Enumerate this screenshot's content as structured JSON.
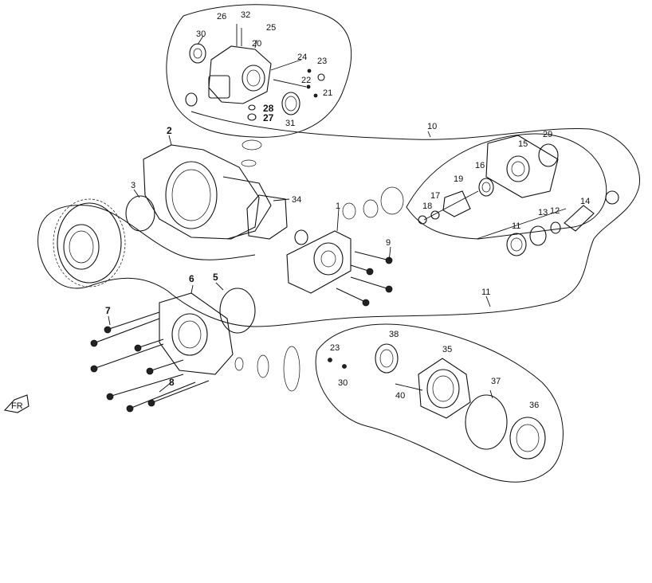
{
  "callouts": [
    {
      "id": "c26",
      "text": "26",
      "bold": false
    },
    {
      "id": "c32",
      "text": "32",
      "bold": false
    },
    {
      "id": "c25",
      "text": "25",
      "bold": false
    },
    {
      "id": "c30a",
      "text": "30",
      "bold": false
    },
    {
      "id": "c20",
      "text": "20",
      "bold": false
    },
    {
      "id": "c24",
      "text": "24",
      "bold": false
    },
    {
      "id": "c23a",
      "text": "23",
      "bold": false
    },
    {
      "id": "c22",
      "text": "22",
      "bold": false
    },
    {
      "id": "c21",
      "text": "21",
      "bold": false
    },
    {
      "id": "c28",
      "text": "28",
      "bold": true
    },
    {
      "id": "c27",
      "text": "27",
      "bold": true
    },
    {
      "id": "c31",
      "text": "31",
      "bold": false
    },
    {
      "id": "c10",
      "text": "10",
      "bold": false
    },
    {
      "id": "c2",
      "text": "2",
      "bold": true
    },
    {
      "id": "c3",
      "text": "3",
      "bold": false
    },
    {
      "id": "c34",
      "text": "34",
      "bold": false
    },
    {
      "id": "c1",
      "text": "1",
      "bold": false
    },
    {
      "id": "c9",
      "text": "9",
      "bold": false
    },
    {
      "id": "c15",
      "text": "15",
      "bold": false
    },
    {
      "id": "c29",
      "text": "29",
      "bold": false
    },
    {
      "id": "c16",
      "text": "16",
      "bold": false
    },
    {
      "id": "c19",
      "text": "19",
      "bold": false
    },
    {
      "id": "c17",
      "text": "17",
      "bold": false
    },
    {
      "id": "c18",
      "text": "18",
      "bold": false
    },
    {
      "id": "c11a",
      "text": "11",
      "bold": false
    },
    {
      "id": "c13",
      "text": "13",
      "bold": false
    },
    {
      "id": "c12",
      "text": "12",
      "bold": false
    },
    {
      "id": "c14",
      "text": "14",
      "bold": false
    },
    {
      "id": "c6",
      "text": "6",
      "bold": true
    },
    {
      "id": "c5",
      "text": "5",
      "bold": true
    },
    {
      "id": "c7",
      "text": "7",
      "bold": true
    },
    {
      "id": "c8",
      "text": "8",
      "bold": true
    },
    {
      "id": "c11b",
      "text": "11",
      "bold": false
    },
    {
      "id": "c23b",
      "text": "23",
      "bold": false
    },
    {
      "id": "c38",
      "text": "38",
      "bold": false
    },
    {
      "id": "c35",
      "text": "35",
      "bold": false
    },
    {
      "id": "c30b",
      "text": "30",
      "bold": false
    },
    {
      "id": "c40",
      "text": "40",
      "bold": false
    },
    {
      "id": "c37",
      "text": "37",
      "bold": false
    },
    {
      "id": "c36",
      "text": "36",
      "bold": false
    }
  ],
  "front_marker": {
    "text": "FR"
  }
}
